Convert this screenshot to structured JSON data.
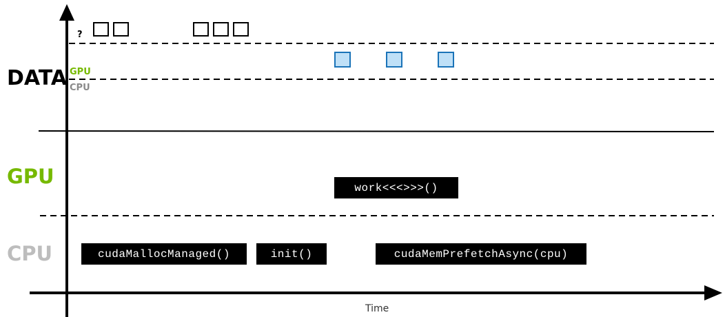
{
  "colors": {
    "gpu": "#76b900",
    "cpu": "#bdbdbd",
    "cpu_small": "#8a8a8a",
    "page_fill": "#bfe0f7",
    "page_border": "#1a73b8",
    "black": "#000000"
  },
  "labels": {
    "data": "DATA",
    "gpu": "GPU",
    "cpu": "CPU",
    "gpu_small": "GPU",
    "cpu_small": "CPU",
    "unknown": "?",
    "time": "Time"
  },
  "calls": {
    "gpu": [
      "work<<<>>>()"
    ],
    "cpu": [
      "cudaMallocManaged()",
      "init()",
      "cudaMemPrefetchAsync(cpu)"
    ]
  },
  "data_pages": {
    "unknown_location_count": 5,
    "gpu_resident_count": 3
  }
}
